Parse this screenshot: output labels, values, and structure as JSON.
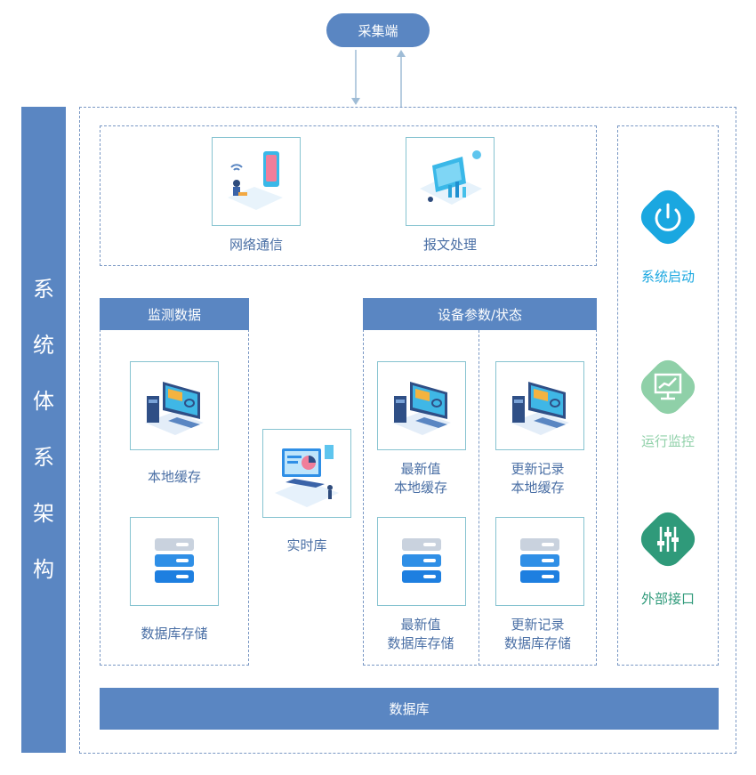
{
  "collector": {
    "label": "采集端"
  },
  "side_title": {
    "chars": [
      "系",
      "统",
      "体",
      "系",
      "架",
      "构"
    ]
  },
  "top_section": {
    "network": {
      "label": "网络通信"
    },
    "message": {
      "label": "报文处理"
    }
  },
  "monitor": {
    "header": "监测数据",
    "local_cache": {
      "label": "本地缓存"
    },
    "db_storage": {
      "label": "数据库存储"
    }
  },
  "realtime": {
    "label": "实时库"
  },
  "device": {
    "header": "设备参数/状态",
    "latest_cache": {
      "line1": "最新值",
      "line2": "本地缓存"
    },
    "update_cache": {
      "line1": "更新记录",
      "line2": "本地缓存"
    },
    "latest_db": {
      "line1": "最新值",
      "line2": "数据库存储"
    },
    "update_db": {
      "line1": "更新记录",
      "line2": "数据库存储"
    }
  },
  "right_panel": {
    "startup": {
      "label": "系统启动",
      "color": "#1aa7e0",
      "icon": "power-icon"
    },
    "monitoring": {
      "label": "运行监控",
      "color": "#8fd0a8",
      "icon": "monitor-chart-icon"
    },
    "interface": {
      "label": "外部接口",
      "color": "#2f9a7a",
      "icon": "sliders-icon"
    }
  },
  "database": {
    "label": "数据库"
  }
}
